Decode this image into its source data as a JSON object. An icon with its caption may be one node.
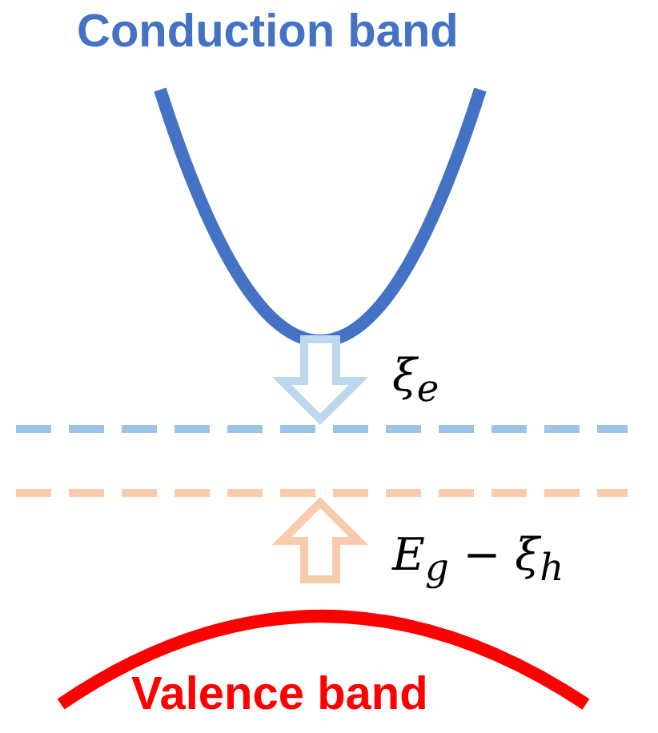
{
  "diagram": {
    "labels": [
      "Conduction band",
      "ξ$_{e}$",
      "E$_{g}$ − ξ$_{h}$",
      "Valence band"
    ]
  }
}
